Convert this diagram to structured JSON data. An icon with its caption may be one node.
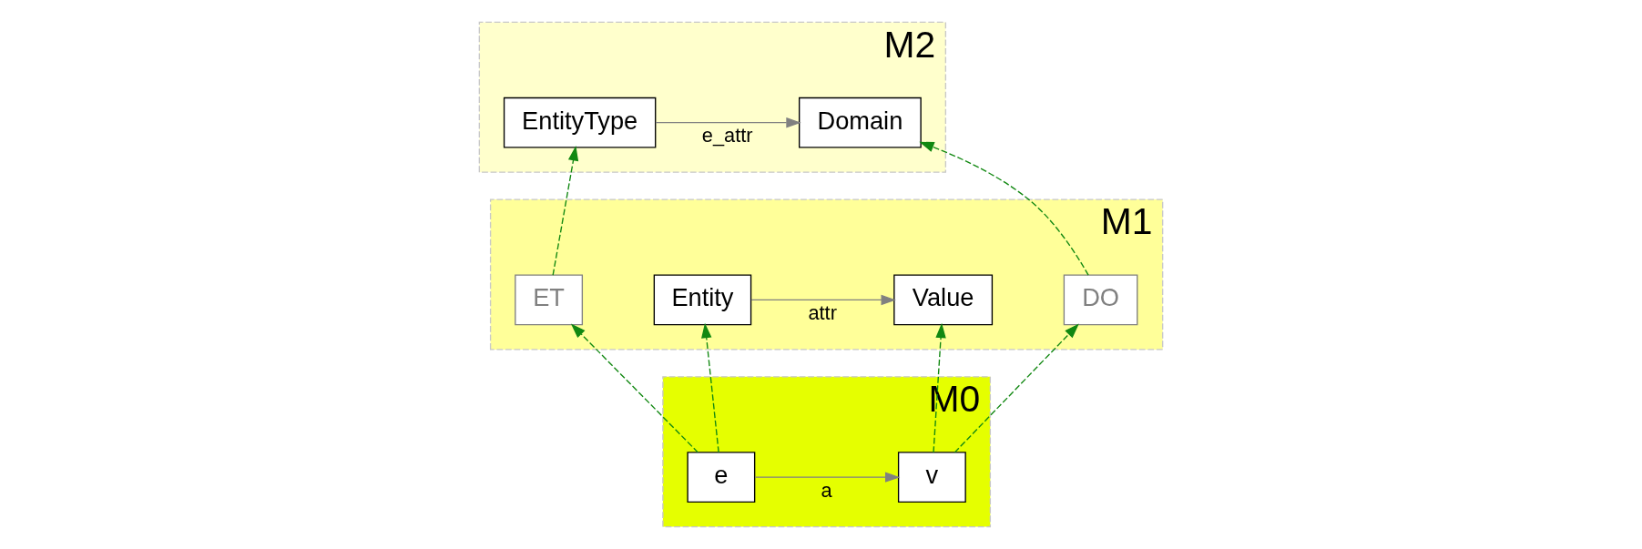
{
  "diagram": {
    "nodes": [
      {
        "text": [
          "M2"
        ]
      },
      {
        "text": [
          "EntityType"
        ],
        "in": 0
      },
      {
        "text": [
          "Domain"
        ],
        "in": 0
      },
      {
        "text": [
          "M1"
        ]
      },
      {
        "text": [
          "ET"
        ],
        "in": 3
      },
      {
        "text": [
          "Entity"
        ],
        "in": 3
      },
      {
        "text": [
          "Value"
        ],
        "in": 3
      },
      {
        "text": [
          "DO"
        ],
        "in": 3
      },
      {
        "text": [
          "M0"
        ]
      },
      {
        "text": [
          "e"
        ],
        "in": 8
      },
      {
        "text": [
          "v"
        ],
        "in": 8
      }
    ],
    "edges": [
      {
        "from": 1,
        "to": 2,
        "arrow": "to",
        "label": "e_attr",
        "color": "#808080"
      },
      {
        "from": 4,
        "to": 1,
        "arrow": "to",
        "style": "dashed",
        "color": "#118811"
      },
      {
        "from": 7,
        "to": 2,
        "arrow": "to",
        "style": "dashed",
        "color": "#118811"
      },
      {
        "from": 5,
        "to": 6,
        "arrow": "to",
        "label": "attr",
        "color": "#808080"
      },
      {
        "from": 9,
        "to": 4,
        "arrow": "to",
        "style": "dashed",
        "color": "#118811"
      },
      {
        "from": 9,
        "to": 5,
        "arrow": "to",
        "style": "dashed",
        "color": "#118811"
      },
      {
        "from": 10,
        "to": 6,
        "arrow": "to",
        "style": "dashed",
        "color": "#118811"
      },
      {
        "from": 10,
        "to": 7,
        "arrow": "to",
        "style": "dashed",
        "color": "#118811"
      },
      {
        "from": 9,
        "to": 10,
        "arrow": "to",
        "label": "a",
        "color": "#808080"
      }
    ]
  }
}
